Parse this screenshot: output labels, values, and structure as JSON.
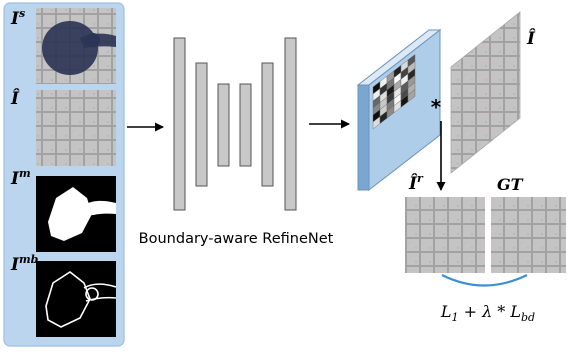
{
  "diagram": {
    "inputs": [
      {
        "base": "I",
        "sup": "s",
        "desc": "shadow image"
      },
      {
        "base": "Î",
        "sup": "",
        "desc": "initial shadow-removed image"
      },
      {
        "base": "I",
        "sup": "m",
        "desc": "shadow mask"
      },
      {
        "base": "I",
        "sup": "mb",
        "desc": "mask boundary"
      }
    ],
    "network_label": "Boundary-aware RefineNet",
    "output_label": "Î",
    "operator": "*",
    "refined_label": {
      "base": "Î",
      "sup": "r"
    },
    "gt_label": "GT",
    "loss": {
      "l1": "L",
      "l1_sub": "1",
      "plus": " + λ * ",
      "lbd": "L",
      "lbd_sub": "bd"
    }
  },
  "colors": {
    "panel_bg": "#bcd5ee",
    "panel_border": "#9dbfe2",
    "layer_fill": "#c8c8c8",
    "layer_stroke": "#555555",
    "kernel_front": "#aecde8",
    "kernel_side": "#7aa7cf",
    "pavement": "#bdbdbd",
    "loss_arc": "#3c8fd6"
  }
}
